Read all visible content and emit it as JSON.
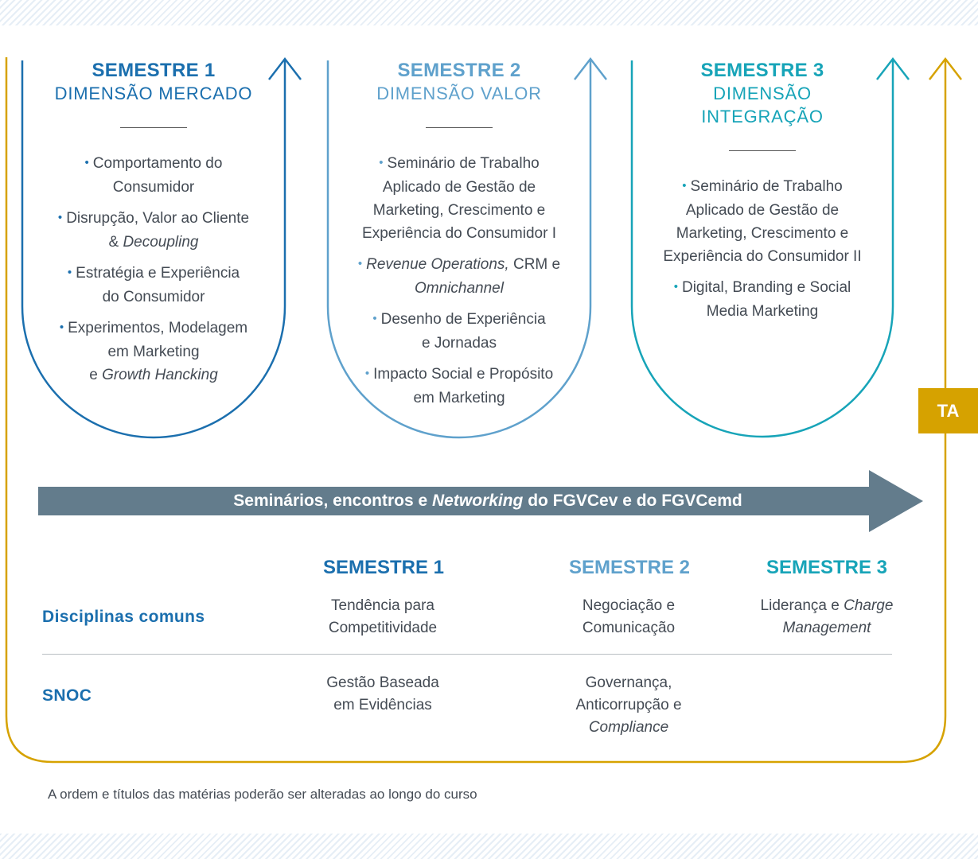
{
  "colors": {
    "semester1": "#1b6fae",
    "semester2": "#5fa1cc",
    "semester3": "#17a4b8",
    "frame_gold": "#d6a200",
    "band": "#637c8c",
    "text": "#444b54"
  },
  "columns": [
    {
      "title": "SEMESTRE 1",
      "dimension_lines": [
        "DIMENSÃO MERCADO"
      ],
      "items": [
        "Comportamento do Consumidor",
        "Disrupção, Valor ao Cliente & Decoupling",
        "Estratégia e Experiência do Consumidor",
        "Experimentos, Modelagem em Marketing e Growth Hancking"
      ]
    },
    {
      "title": "SEMESTRE 2",
      "dimension_lines": [
        "DIMENSÃO VALOR"
      ],
      "items": [
        "Seminário de Trabalho Aplicado de Gestão de Marketing, Crescimento e Experiência do Consumidor I",
        "Revenue Operations, CRM e Omnichannel",
        "Desenho de Experiência e Jornadas",
        "Impacto Social e Propósito em Marketing"
      ]
    },
    {
      "title": "SEMESTRE 3",
      "dimension_lines": [
        "DIMENSÃO",
        "INTEGRAÇÃO"
      ],
      "items": [
        "Seminário de Trabalho Aplicado de Gestão de Marketing, Crescimento e Experiência do Consumidor II",
        "Digital, Branding e Social Media Marketing"
      ]
    }
  ],
  "band": {
    "text_before": "Seminários, encontros e ",
    "text_italic": "Networking",
    "text_after": " do FGVCev e do FGVCemd"
  },
  "ta_label": "TA",
  "table": {
    "headers": [
      "SEMESTRE 1",
      "SEMESTRE 2",
      "SEMESTRE 3"
    ],
    "rows": [
      {
        "label": "Disciplinas comuns",
        "cells": [
          "Tendência para Competitividade",
          "Negociação e Comunicação",
          "Liderança e Charge Management"
        ]
      },
      {
        "label": "SNOC",
        "cells": [
          "Gestão Baseada em Evidências",
          "Governança, Anticorrupção e Compliance",
          ""
        ]
      }
    ]
  },
  "footnote": "A ordem e títulos das matérias poderão ser alteradas ao longo do curso"
}
